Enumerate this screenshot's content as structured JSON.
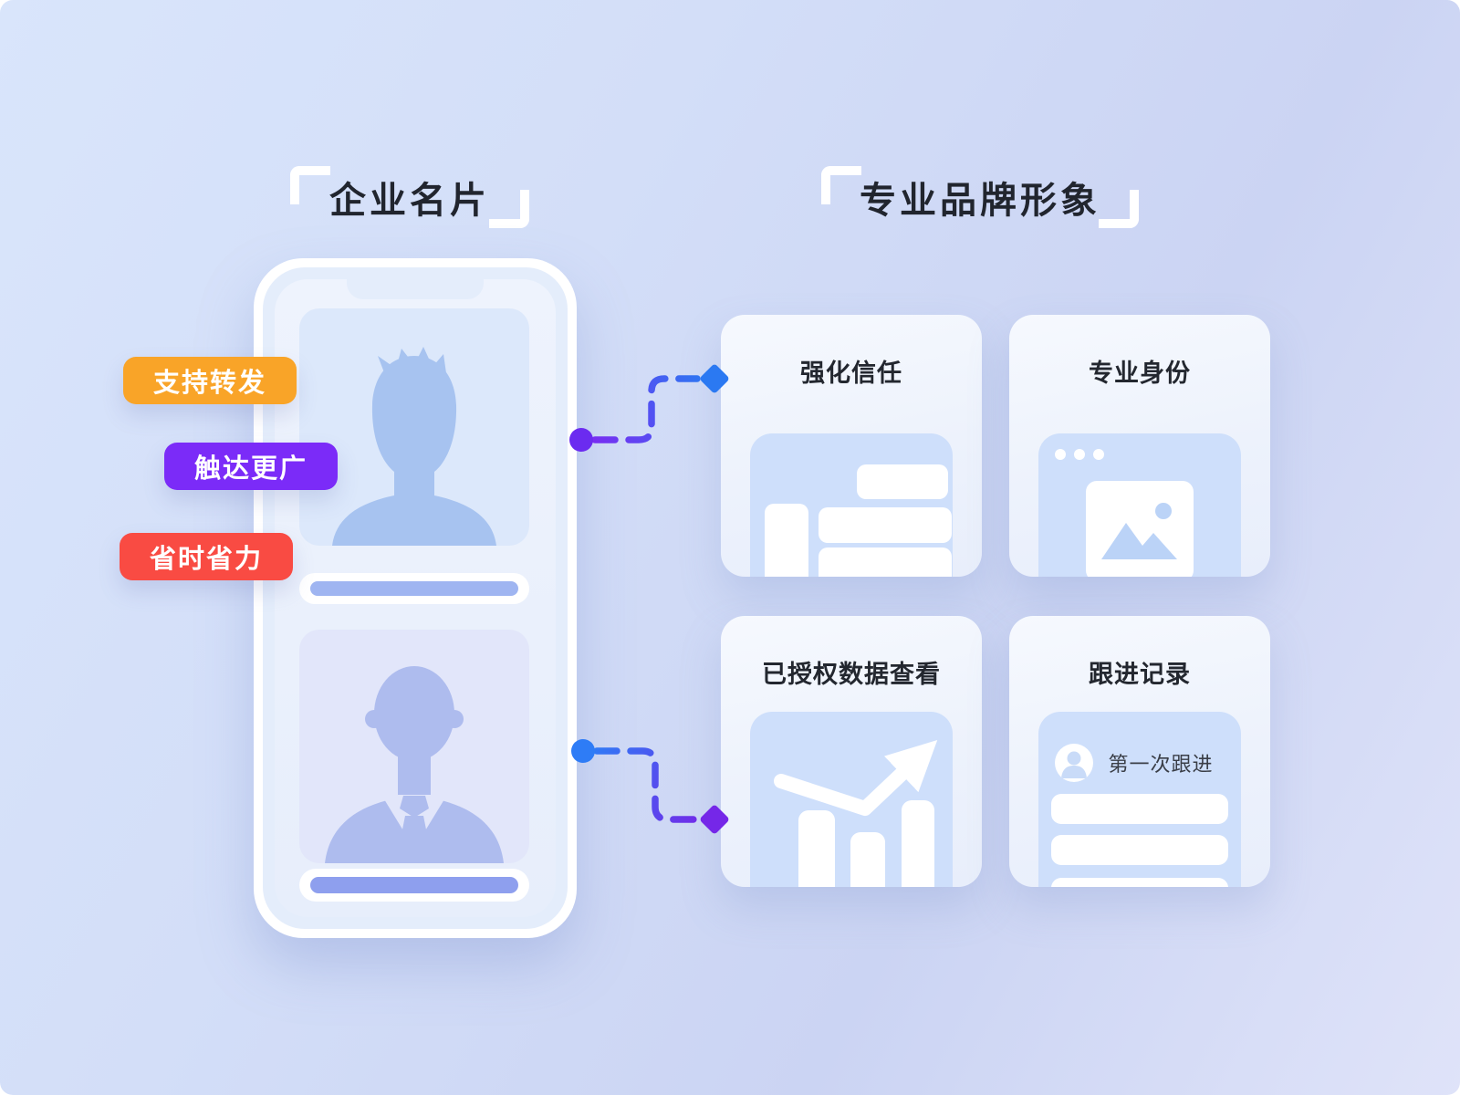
{
  "left_section": {
    "title": "企业名片",
    "tags": [
      {
        "label": "支持转发",
        "color": "#F9A428"
      },
      {
        "label": "触达更广",
        "color": "#7B2BF8"
      },
      {
        "label": "省时省力",
        "color": "#F94B43"
      }
    ],
    "phone": {
      "profiles": [
        "male-avatar",
        "male-avatar-suit"
      ]
    }
  },
  "right_section": {
    "title": "专业品牌形象",
    "cards": [
      {
        "title": "强化信任",
        "icon": "business-card-layout"
      },
      {
        "title": "专业身份",
        "icon": "browser-image-window"
      },
      {
        "title": "已授权数据查看",
        "icon": "trend-bar-chart"
      },
      {
        "title": "跟进记录",
        "icon": "follow-up-list",
        "entry_label": "第一次跟进"
      }
    ]
  },
  "colors": {
    "background_start": "#D9E5FB",
    "background_end": "#DFE3F9",
    "accent_blue": "#2B79F2",
    "accent_purple": "#7527E8",
    "tag_orange": "#F9A428",
    "tag_purple": "#7B2BF8",
    "tag_red": "#F94B43",
    "panel_blue": "#CEDFFB",
    "silhouette_blue": "#A7C3F0",
    "silhouette_indigo": "#AEBCEE"
  }
}
